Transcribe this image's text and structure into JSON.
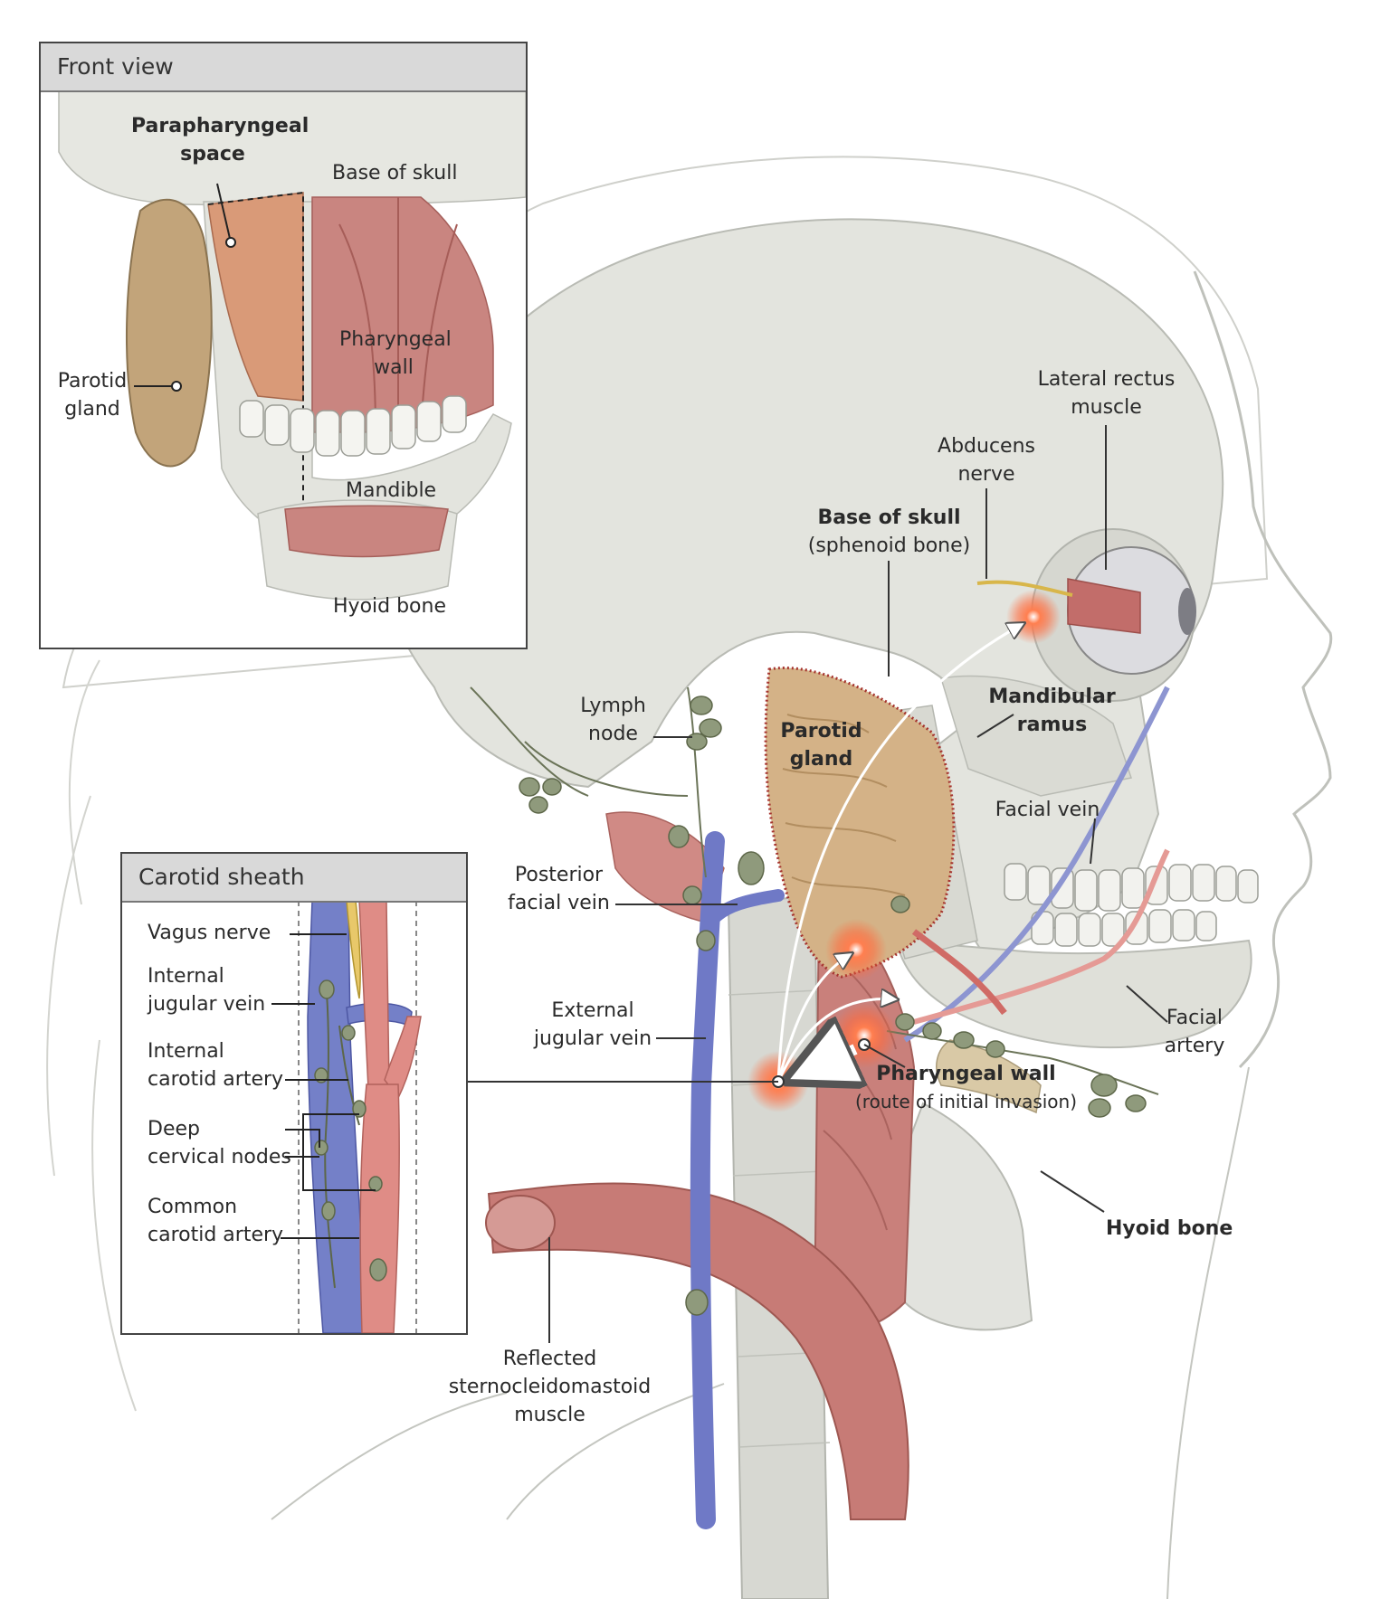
{
  "colors": {
    "bone": "#e3e4de",
    "bone_shadow": "#cfd1c9",
    "skin_outline": "#bfc1bb",
    "muscle": "#c97a76",
    "muscle_dark": "#a95955",
    "vein": "#6f79c6",
    "artery": "#d4827e",
    "node": "#8f9a7c",
    "parotid": "#c9a77c",
    "highlight": "#ff6a3d"
  },
  "main": {
    "labels": {
      "lateral_rectus_1": "Lateral rectus",
      "lateral_rectus_2": "muscle",
      "abducens_1": "Abducens",
      "abducens_2": "nerve",
      "base_skull_bold": "Base of skull",
      "base_skull_sub": "(sphenoid bone)",
      "lymph_1": "Lymph",
      "lymph_2": "node",
      "parotid_1": "Parotid",
      "parotid_2": "gland",
      "mand_ramus_1": "Mandibular",
      "mand_ramus_2": "ramus",
      "facial_vein": "Facial vein",
      "post_facial_1": "Posterior",
      "post_facial_2": "facial vein",
      "ext_jugular_1": "External",
      "ext_jugular_2": "jugular vein",
      "facial_artery_1": "Facial",
      "facial_artery_2": "artery",
      "pharyngeal_wall": "Pharyngeal wall",
      "pharyngeal_wall_sub": "(route of initial invasion)",
      "hyoid": "Hyoid bone",
      "reflected_1": "Reflected",
      "reflected_2": "sternocleidomastoid",
      "reflected_3": "muscle"
    }
  },
  "front_view": {
    "title": "Front view",
    "labels": {
      "parapharyngeal_1": "Parapharyngeal",
      "parapharyngeal_2": "space",
      "base_skull": "Base of skull",
      "pharyngeal_1": "Pharyngeal",
      "pharyngeal_2": "wall",
      "parotid_1": "Parotid",
      "parotid_2": "gland",
      "mandible": "Mandible",
      "hyoid": "Hyoid bone"
    }
  },
  "carotid_sheath": {
    "title": "Carotid sheath",
    "labels": {
      "vagus": "Vagus nerve",
      "int_jugular_1": "Internal",
      "int_jugular_2": "jugular vein",
      "int_carotid_1": "Internal",
      "int_carotid_2": "carotid artery",
      "deep_cervical_1": "Deep",
      "deep_cervical_2": "cervical nodes",
      "common_carotid_1": "Common",
      "common_carotid_2": "carotid artery"
    }
  }
}
